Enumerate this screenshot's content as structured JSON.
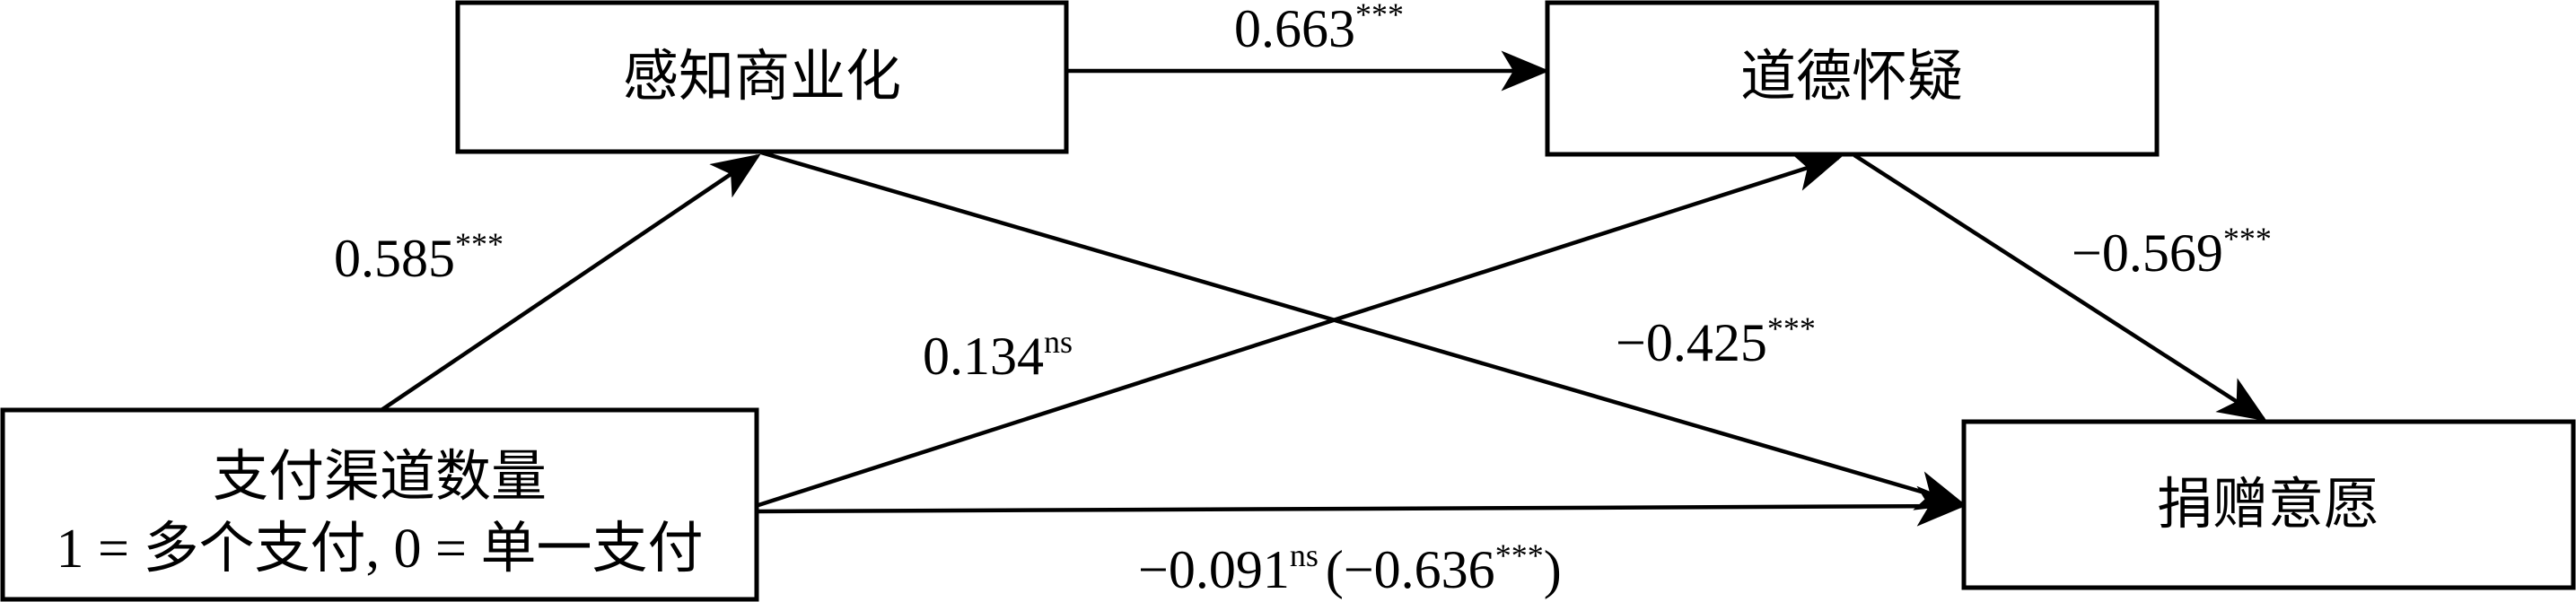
{
  "nodes": {
    "payment_channels": {
      "title": "支付渠道数量",
      "subtitle": "1 = 多个支付, 0 = 单一支付"
    },
    "perceived_commercialization": {
      "title": "感知商业化"
    },
    "moral_suspicion": {
      "title": "道德怀疑"
    },
    "donation_intention": {
      "title": "捐赠意愿"
    }
  },
  "paths": {
    "a1": {
      "value": "0.585",
      "sig": "***"
    },
    "d21": {
      "value": "0.663",
      "sig": "***"
    },
    "a2": {
      "value": "0.134",
      "sig": "ns"
    },
    "b1": {
      "value": "−0.425",
      "sig": "***"
    },
    "b2": {
      "value": "−0.569",
      "sig": "***"
    },
    "c_prime": {
      "value": "−0.091",
      "sig": "ns",
      "total_open": "(−0.636",
      "total_sig": "***",
      "total_close": ")"
    }
  }
}
